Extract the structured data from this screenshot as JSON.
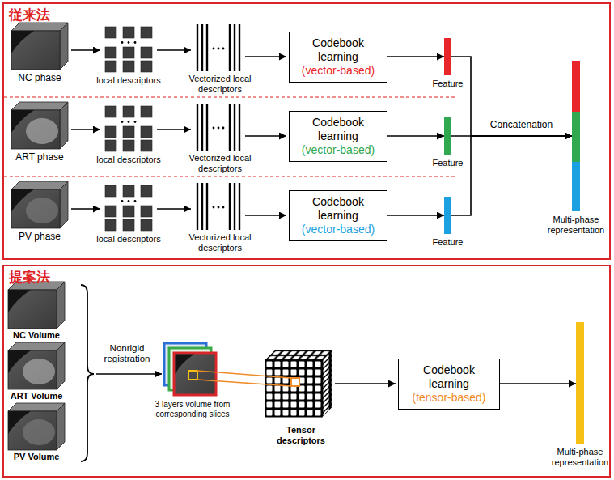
{
  "diagram": {
    "nodes": [
      {
        "text": [
          "従来法"
        ]
      },
      {
        "text": [
          "Codebook learning",
          "(vector-based)"
        ],
        "in": 0
      },
      {
        "text": [
          "Feature"
        ],
        "in": 0
      },
      {
        "text": [
          "Codebook learning",
          "(vector-based)"
        ],
        "in": 0
      },
      {
        "text": [
          "Feature"
        ],
        "in": 0
      },
      {
        "text": [
          "Codebook learning",
          "(vector-based)"
        ],
        "in": 0
      },
      {
        "text": [
          "Feature"
        ],
        "in": 0
      },
      {
        "text": [
          "Multi-phase representation"
        ],
        "in": 0
      },
      {
        "text": [
          "提案法"
        ]
      },
      {
        "text": [
          "Codebook learning",
          "(tensor-based)"
        ],
        "in": 8
      },
      {
        "text": [
          "Multi-phase representation"
        ],
        "in": 8
      }
    ],
    "edges": [
      {
        "from": 1,
        "to": 2,
        "arrow": "to"
      },
      {
        "from": 3,
        "to": 4,
        "arrow": "to"
      },
      {
        "from": 5,
        "to": 6,
        "arrow": "to"
      },
      {
        "from": 2,
        "to": 7,
        "arrow": "to"
      },
      {
        "from": 4,
        "to": 7,
        "label": "Concatenation",
        "arrow": "to"
      },
      {
        "from": 6,
        "to": 7,
        "arrow": "to"
      },
      {
        "from": 9,
        "to": 10,
        "arrow": "to"
      }
    ],
    "labels": [
      "NC phase",
      "local descriptors",
      "Vectorized local descriptors",
      "ART phase",
      "local descriptors",
      "Vectorized local descriptors",
      "PV phase",
      "local descriptors",
      "Vectorized local descriptors",
      "NC Volume",
      "ART Volume",
      "PV Volume",
      "Nonrigid registration",
      "3 layers volume from corresponding slices",
      "Tensor descriptors"
    ]
  }
}
